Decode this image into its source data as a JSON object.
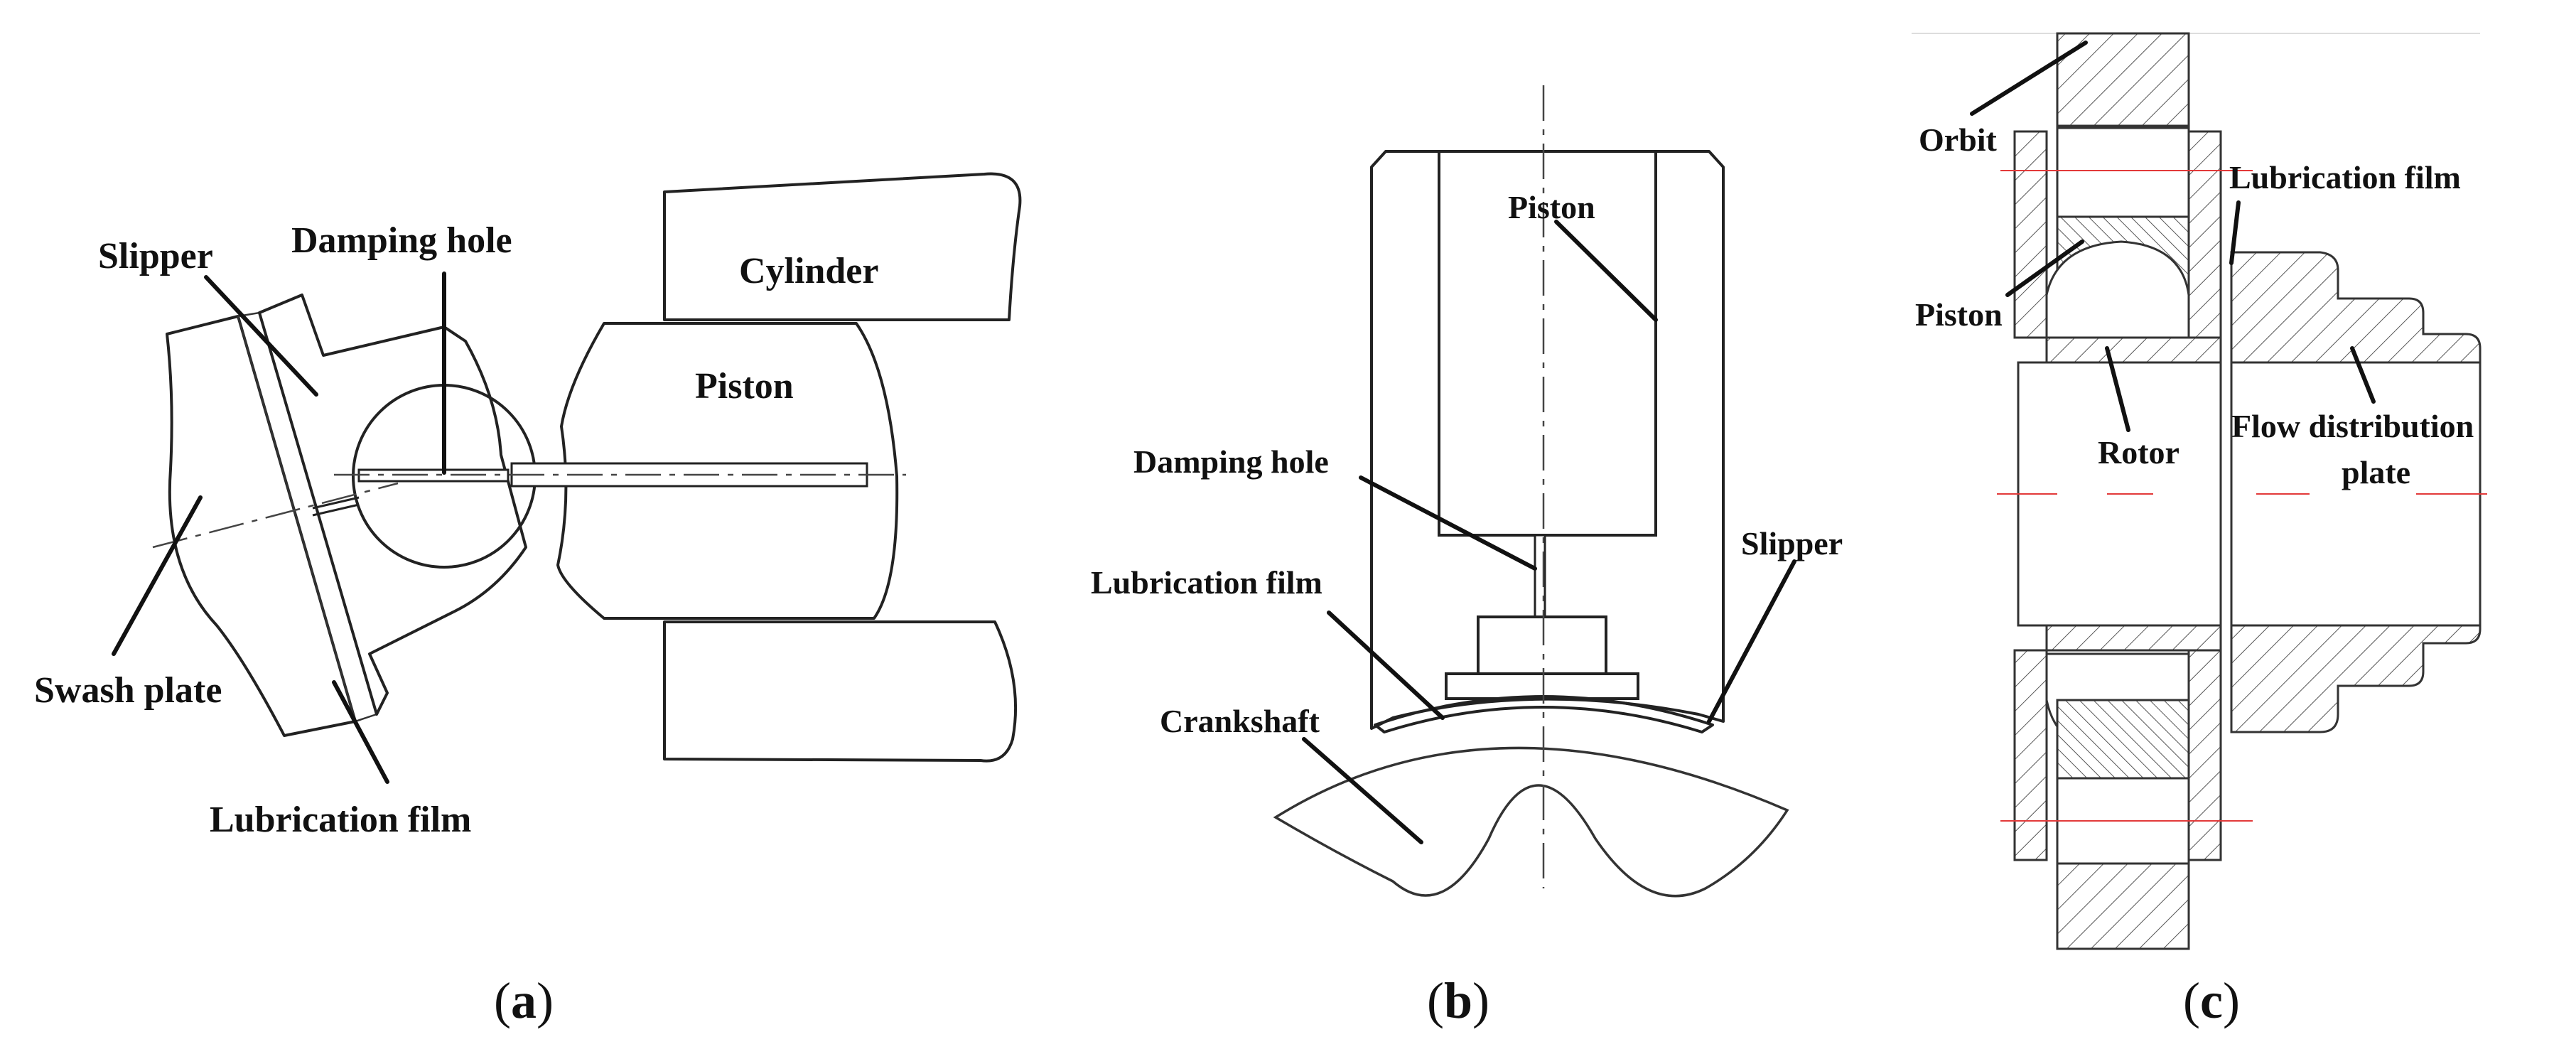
{
  "figure": {
    "panels": [
      {
        "caption_letter": "a",
        "labels": {
          "slipper": "Slipper",
          "damping_hole": "Damping hole",
          "cylinder": "Cylinder",
          "piston": "Piston",
          "swash_plate": "Swash plate",
          "lubrication_film": "Lubrication film"
        }
      },
      {
        "caption_letter": "b",
        "labels": {
          "piston": "Piston",
          "damping_hole": "Damping hole",
          "lubrication_film": "Lubrication film",
          "slipper": "Slipper",
          "crankshaft": "Crankshaft"
        }
      },
      {
        "caption_letter": "c",
        "labels": {
          "orbit": "Orbit",
          "lubrication_film": "Lubrication film",
          "piston": "Piston",
          "rotor": "Rotor",
          "flow_distribution_line1": "Flow distribution",
          "flow_distribution_line2": "plate"
        }
      }
    ],
    "colors": {
      "hatch": "#333333",
      "centerline_red": "#e23a3a"
    }
  }
}
